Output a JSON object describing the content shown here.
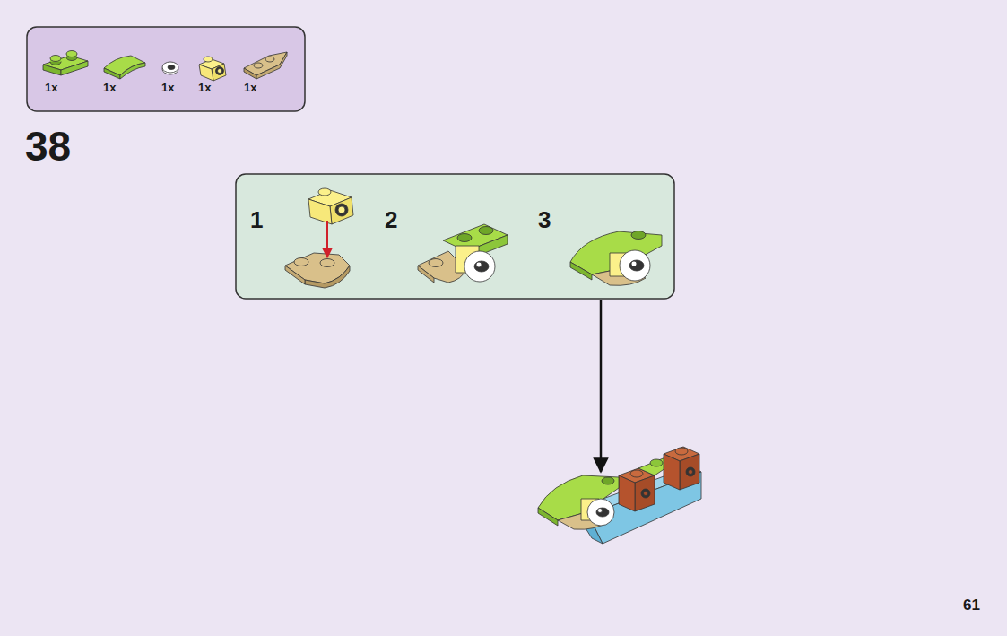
{
  "diagram": {
    "nodes": [
      {
        "text": [
          "1x",
          "1x",
          "1x",
          "1x",
          "1x"
        ]
      },
      {
        "text": [
          "1",
          "2",
          "3"
        ]
      }
    ],
    "labels": [
      "38",
      "61"
    ]
  }
}
